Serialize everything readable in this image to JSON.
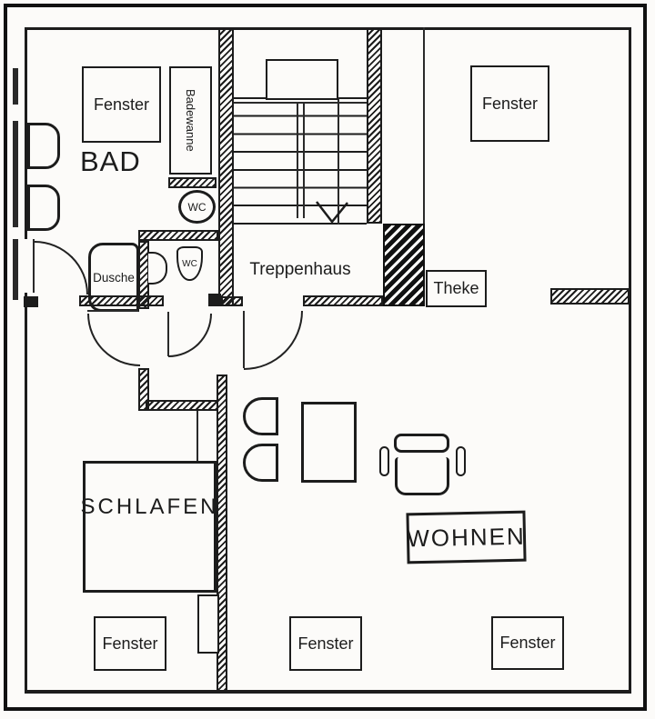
{
  "floorplan": {
    "labels": {
      "bad": "BAD",
      "schlafen": "SCHLAFEN",
      "wohnen": "WOHNEN",
      "treppenhaus": "Treppenhaus",
      "theke": "Theke",
      "dusche": "Dusche",
      "badewanne": "Badewanne",
      "wc_bad": "WC",
      "wc_closet": "WC"
    },
    "windows": [
      "Fenster",
      "Fenster",
      "Fenster",
      "Fenster",
      "Fenster"
    ],
    "colors": {
      "ink": "#1c1c1c",
      "paper": "#fcfbf9"
    }
  }
}
